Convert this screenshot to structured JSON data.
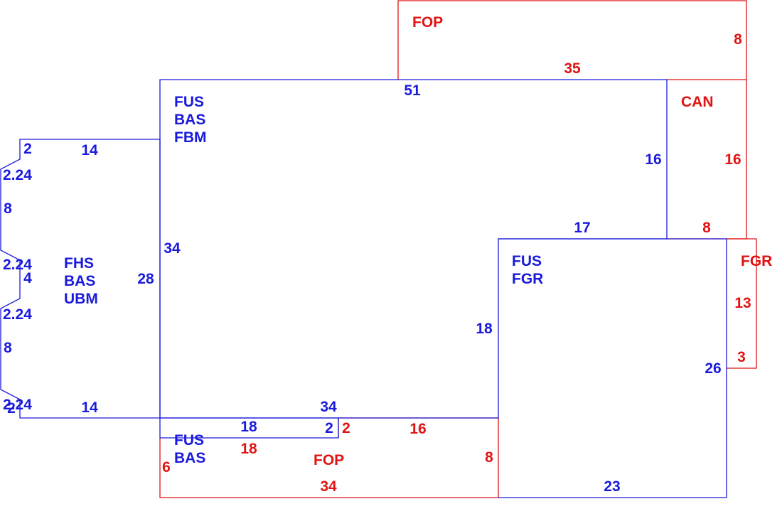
{
  "colors": {
    "blue_outline": "#1a1adc",
    "red_outline": "#e01414",
    "background": "#ffffff"
  },
  "areas": {
    "main_fus_bas_fbm": [
      "FUS",
      "BAS",
      "FBM"
    ],
    "left_fhs_bas_ubm": [
      "FHS",
      "BAS",
      "UBM"
    ],
    "right_fus_fgr": [
      "FUS",
      "FGR"
    ],
    "bottom_fus_bas": [
      "FUS",
      "BAS"
    ],
    "top_fop": "FOP",
    "bottom_fop": "FOP",
    "canopy": "CAN",
    "side_fgr": "FGR"
  },
  "dimensions": {
    "main_top": "51",
    "main_left": "34",
    "main_right": "16",
    "main_bottom": "34",
    "left_top_step": "2",
    "left_top": "14",
    "left_bay_1": "2.24",
    "left_side_1": "8",
    "left_bay_2": "2.24",
    "left_bay_depth": "4",
    "left_bay_3": "2.24",
    "left_side_2": "8",
    "left_bay_4": "2.24",
    "left_bottom_step": "2",
    "left_bottom": "14",
    "left_inner": "28",
    "right_top": "17",
    "right_left": "18",
    "right_right": "26",
    "right_bottom": "23",
    "bottom_inner_top": "18",
    "bottom_inner_step": "2",
    "top_fop_bottom": "35",
    "top_fop_right": "8",
    "can_right": "16",
    "can_bottom": "8",
    "fgr_right": "13",
    "fgr_bottom": "3",
    "bottom_fop_step": "2",
    "bottom_fop_top_left": "18",
    "bottom_fop_top_right": "16",
    "bottom_fop_left": "6",
    "bottom_fop_right": "8",
    "bottom_fop_bottom": "34"
  }
}
